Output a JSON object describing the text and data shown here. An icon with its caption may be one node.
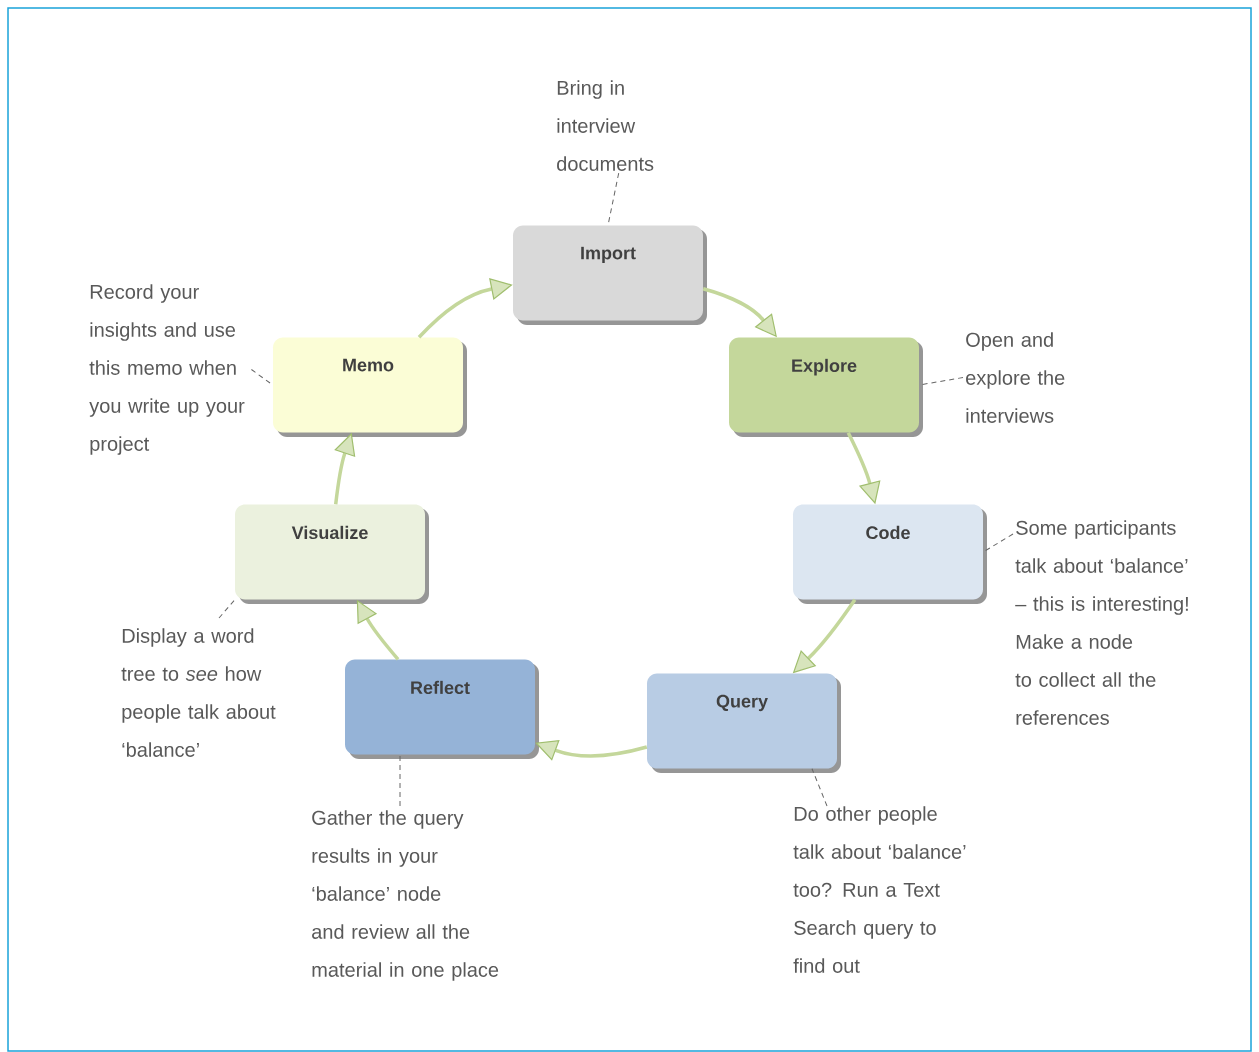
{
  "diagram": {
    "nodes": [
      {
        "text": [
          "Import"
        ]
      },
      {
        "text": [
          "Explore"
        ]
      },
      {
        "text": [
          "Code"
        ]
      },
      {
        "text": [
          "Query"
        ]
      },
      {
        "text": [
          "Reflect"
        ]
      },
      {
        "text": [
          "Visualize"
        ]
      },
      {
        "text": [
          "Memo"
        ]
      },
      {
        "text": [
          "Bring in interview documents"
        ]
      },
      {
        "text": [
          "Open and explore the interviews"
        ]
      },
      {
        "text": [
          "Some participants talk about ‘balance’ – this is interesting! Make a node to collect all the references"
        ]
      },
      {
        "text": [
          "Do other people talk about ‘balance’ too? Run a Text Search query to find out"
        ]
      },
      {
        "text": [
          "Gather the query results in your ‘balance’ node and review all the material in one place"
        ]
      },
      {
        "text": [
          "Display a word tree to *see* how people talk about ‘balance’"
        ]
      },
      {
        "text": [
          "Record your insights and use this memo when you write up your project"
        ]
      }
    ],
    "edges": [
      {
        "from": 0,
        "to": 1,
        "arrow": "to",
        "style": "thick",
        "color": "#c4d79b"
      },
      {
        "from": 1,
        "to": 2,
        "arrow": "to",
        "style": "thick",
        "color": "#c4d79b"
      },
      {
        "from": 2,
        "to": 3,
        "arrow": "to",
        "style": "thick",
        "color": "#c4d79b"
      },
      {
        "from": 3,
        "to": 4,
        "arrow": "to",
        "style": "thick",
        "color": "#c4d79b"
      },
      {
        "from": 4,
        "to": 5,
        "arrow": "to",
        "style": "thick",
        "color": "#c4d79b"
      },
      {
        "from": 5,
        "to": 6,
        "arrow": "to",
        "style": "thick",
        "color": "#c4d79b"
      },
      {
        "from": 6,
        "to": 0,
        "arrow": "to",
        "style": "thick",
        "color": "#c4d79b"
      },
      {
        "from": 7,
        "to": 0,
        "arrow": "none",
        "style": "dashed",
        "color": "#666666"
      },
      {
        "from": 8,
        "to": 1,
        "arrow": "none",
        "style": "dashed",
        "color": "#666666"
      },
      {
        "from": 9,
        "to": 2,
        "arrow": "none",
        "style": "dashed",
        "color": "#666666"
      },
      {
        "from": 10,
        "to": 3,
        "arrow": "none",
        "style": "dashed",
        "color": "#666666"
      },
      {
        "from": 11,
        "to": 4,
        "arrow": "none",
        "style": "dashed",
        "color": "#666666"
      },
      {
        "from": 12,
        "to": 5,
        "arrow": "none",
        "style": "dashed",
        "color": "#666666"
      },
      {
        "from": 13,
        "to": 6,
        "arrow": "none",
        "style": "dashed",
        "color": "#666666"
      }
    ]
  }
}
